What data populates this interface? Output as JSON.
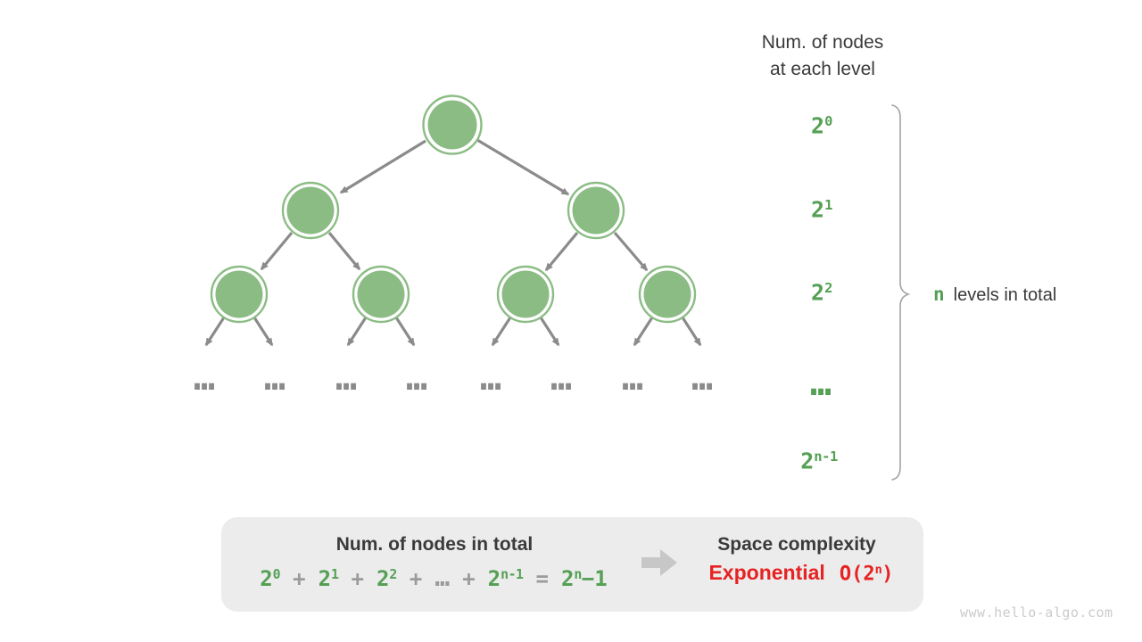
{
  "colors": {
    "node_green": "#8bbc84",
    "text_green": "#55a055",
    "edge_gray": "#8b8b8b",
    "operator_gray": "#9b9b9b",
    "result_red": "#e62222",
    "box_bg": "#ececec",
    "text_dark": "#3a3a3a"
  },
  "right_panel": {
    "header_line1": "Num. of nodes",
    "header_line2": "at each level",
    "levels": [
      {
        "base": "2",
        "sup": "0"
      },
      {
        "base": "2",
        "sup": "1"
      },
      {
        "base": "2",
        "sup": "2"
      },
      {
        "base": "…",
        "sup": ""
      },
      {
        "base": "2",
        "sup": "n-1"
      }
    ],
    "brace_label": {
      "n": "n",
      "rest": "levels in total"
    }
  },
  "tree": {
    "ellipsis": "…",
    "levels_shown": 3,
    "branching_factor": 2
  },
  "summary_box": {
    "left_title": "Num. of nodes in total",
    "formula": [
      {
        "base": "2",
        "sup": "0"
      },
      {
        "base": "+"
      },
      {
        "base": "2",
        "sup": "1"
      },
      {
        "base": "+"
      },
      {
        "base": "2",
        "sup": "2"
      },
      {
        "base": "+"
      },
      {
        "base": "…"
      },
      {
        "base": "+"
      },
      {
        "base": "2",
        "sup": "n-1"
      },
      {
        "base": "="
      },
      {
        "base": "2",
        "sup": "n",
        "post": "−1"
      }
    ],
    "right_title": "Space complexity",
    "result_label": "Exponential",
    "result_formula": {
      "pre": "O(2",
      "sup": "n",
      "post": ")"
    }
  },
  "watermark": "www.hello-algo.com"
}
